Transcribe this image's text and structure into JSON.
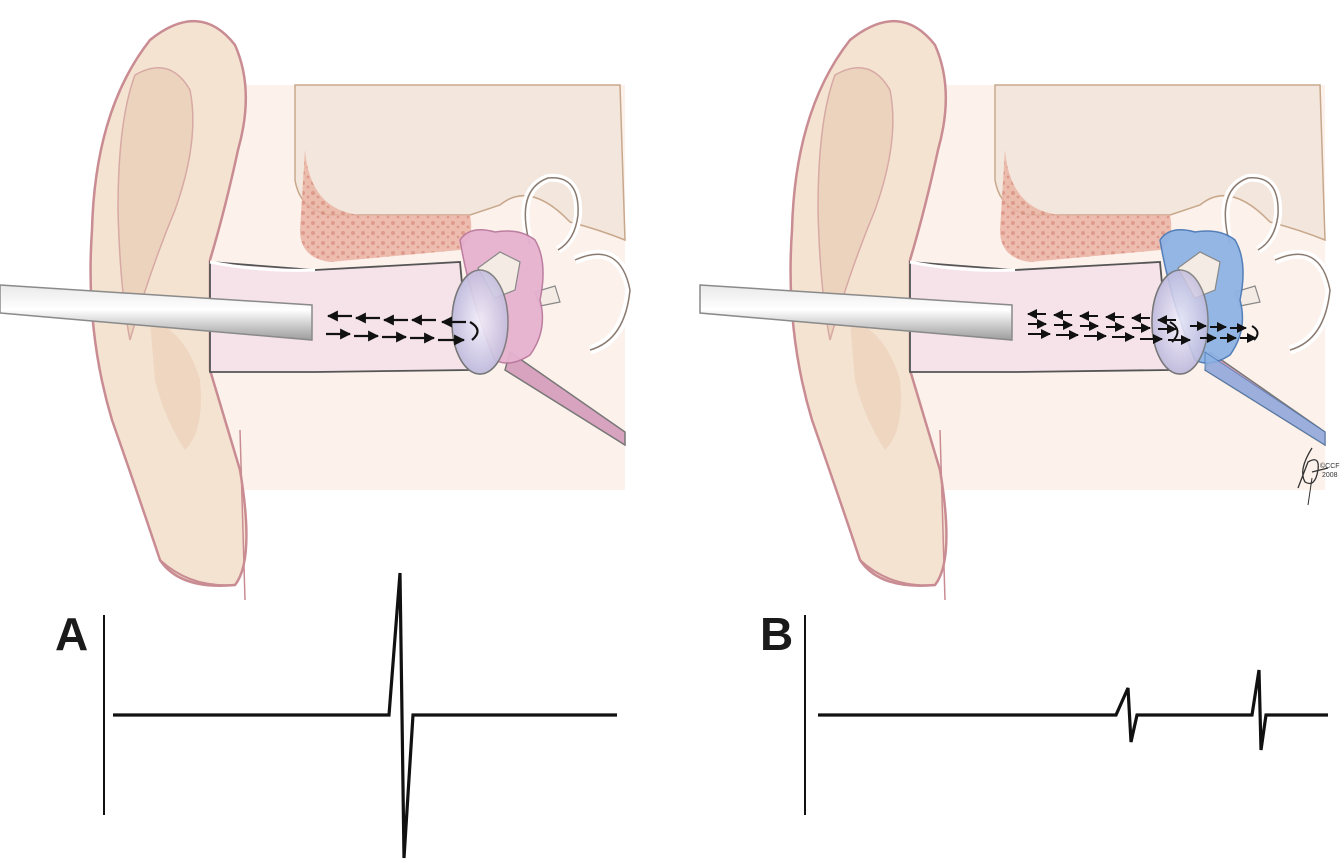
{
  "panels": [
    {
      "letter": "A",
      "middle_ear_color": "#e6b2cf",
      "middle_ear_stroke": "#b9789c"
    },
    {
      "letter": "B",
      "middle_ear_color": "#8eb3e4",
      "middle_ear_stroke": "#4c79b6"
    }
  ],
  "signature": {
    "line1": "©CCF",
    "line2": "2008"
  },
  "colors": {
    "skin": "#f4e3d0",
    "skin_shadow": "#e8c8b6",
    "skin_outline": "#c98c93",
    "background_tint": "#fbeee6",
    "canal": "#f6e3ea",
    "bone": "#f0ddd5",
    "marrow": "#e3a191",
    "probe": "#c9c9c9",
    "trace": "#111111"
  }
}
